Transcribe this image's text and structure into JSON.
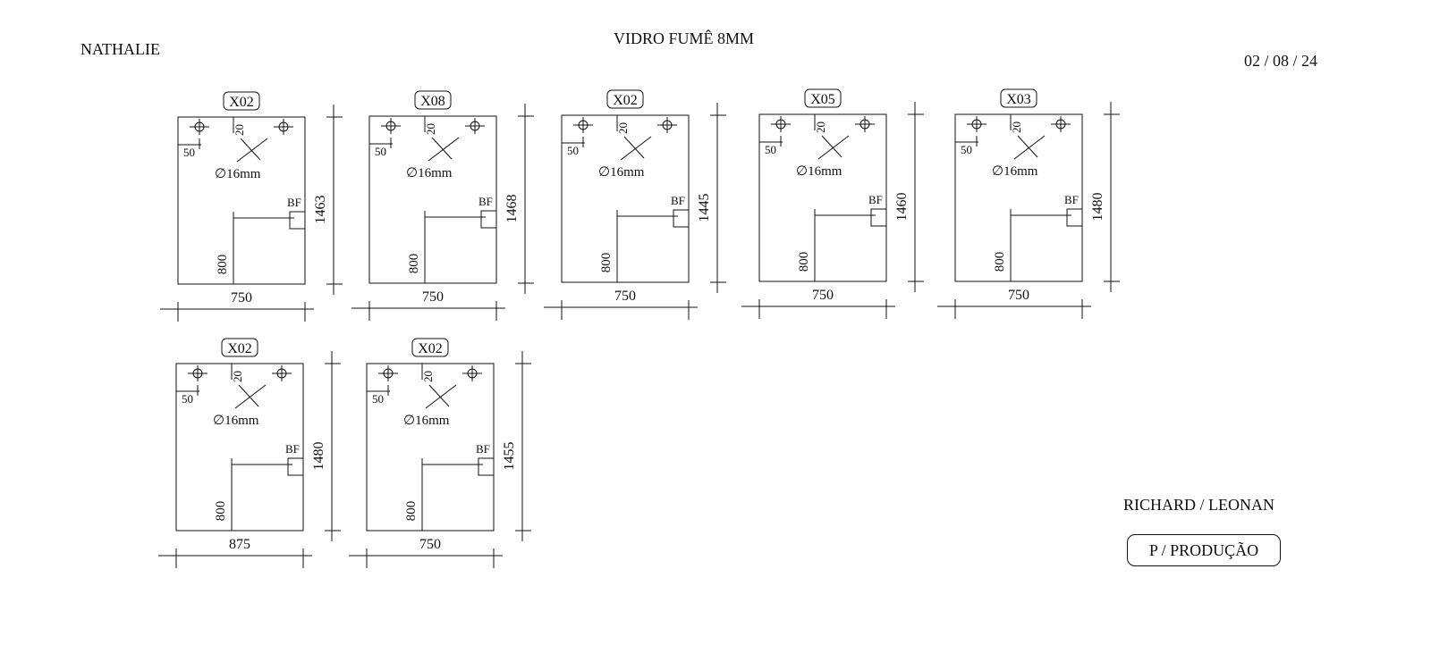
{
  "header": {
    "client": "NATHALIE",
    "title": "VIDRO FUMÊ 8MM",
    "date": "02 / 08 / 24"
  },
  "footer": {
    "signers": "RICHARD / LEONAN",
    "production_label": "P / PRODUÇÃO"
  },
  "panels": [
    {
      "code": "X02",
      "width": "750",
      "height": "1463",
      "offset_label": "50",
      "edge_label": "20",
      "hole_label": "∅16mm",
      "lock_label": "BF",
      "lock_height": "800"
    },
    {
      "code": "X08",
      "width": "750",
      "height": "1468",
      "offset_label": "50",
      "edge_label": "20",
      "hole_label": "∅16mm",
      "lock_label": "BF",
      "lock_height": "800"
    },
    {
      "code": "X02",
      "width": "750",
      "height": "1445",
      "offset_label": "50",
      "edge_label": "20",
      "hole_label": "∅16mm",
      "lock_label": "BF",
      "lock_height": "800"
    },
    {
      "code": "X05",
      "width": "750",
      "height": "1460",
      "offset_label": "50",
      "edge_label": "20",
      "hole_label": "∅16mm",
      "lock_label": "BF",
      "lock_height": "800"
    },
    {
      "code": "X03",
      "width": "750",
      "height": "1480",
      "offset_label": "50",
      "edge_label": "20",
      "hole_label": "∅16mm",
      "lock_label": "BF",
      "lock_height": "800"
    },
    {
      "code": "X02",
      "width": "875",
      "height": "1480",
      "offset_label": "50",
      "edge_label": "20",
      "hole_label": "∅16mm",
      "lock_label": "BF",
      "lock_height": "800"
    },
    {
      "code": "X02",
      "width": "750",
      "height": "1455",
      "offset_label": "50",
      "edge_label": "20",
      "hole_label": "∅16mm",
      "lock_label": "BF",
      "lock_height": "800"
    }
  ]
}
